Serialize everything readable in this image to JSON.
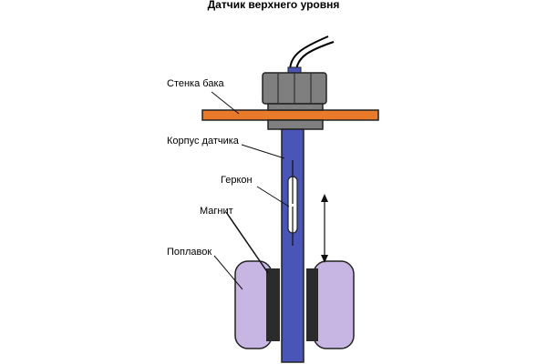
{
  "title": "Датчик верхнего уровня",
  "labels": {
    "tank_wall": "Стенка бака",
    "sensor_body": "Корпус датчика",
    "reed_switch": "Геркон",
    "magnet": "Магнит",
    "float": "Поплавок"
  },
  "colors": {
    "tank_wall": "#e87a2a",
    "sensor_body": "#4a55b8",
    "nut": "#7f7f7f",
    "float": "#c7b6e3",
    "magnet": "#2b2b2b",
    "reed_glass": "#ffffff",
    "cable": "#000000"
  }
}
